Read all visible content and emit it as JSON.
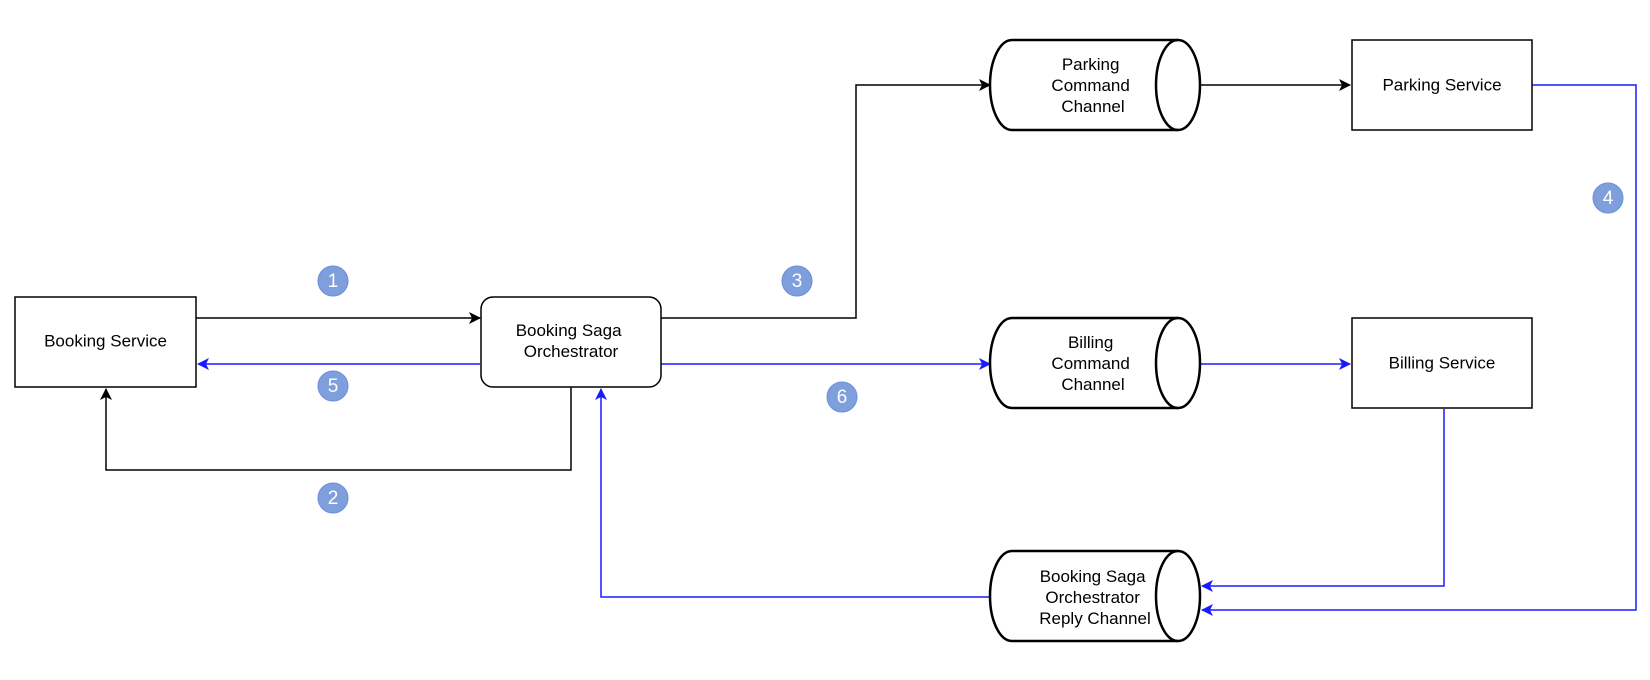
{
  "colors": {
    "black_edge": "#000000",
    "blue_edge": "#1a1aff",
    "badge_fill": "#7e9fdc",
    "badge_stroke": "#6a8fd6",
    "node_fill": "#ffffff"
  },
  "nodes": {
    "booking_service": "Booking Service",
    "orchestrator": [
      "Booking Saga",
      "Orchestrator"
    ],
    "parking_channel": [
      "Parking",
      "Command",
      "Channel"
    ],
    "billing_channel": [
      "Billing",
      "Command",
      "Channel"
    ],
    "reply_channel": [
      "Booking Saga",
      "Orchestrator",
      "Reply Channel"
    ],
    "parking_service": "Parking Service",
    "billing_service": "Billing Service"
  },
  "steps": [
    "1",
    "2",
    "3",
    "4",
    "5",
    "6"
  ]
}
